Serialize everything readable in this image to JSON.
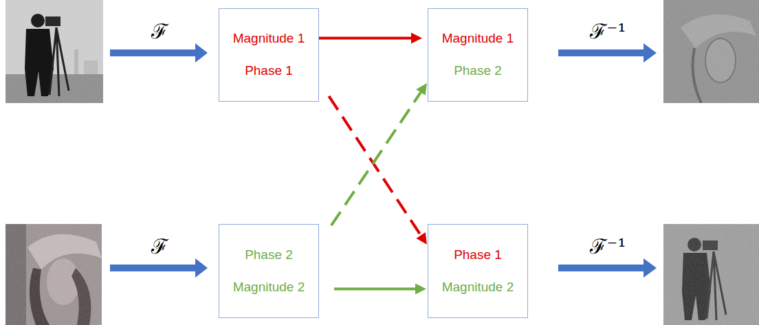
{
  "diagram": {
    "nodes": [
      {
        "text": [
          "Magnitude 1",
          "Phase 1"
        ]
      },
      {
        "text": [
          "Magnitude 1",
          "Phase 2"
        ]
      },
      {
        "text": [
          "Phase 2",
          "Magnitude 2"
        ]
      },
      {
        "text": [
          "Phase 1",
          "Magnitude 2"
        ]
      }
    ],
    "edges": [
      {
        "from": 0,
        "to": 1,
        "arrow": "to"
      },
      {
        "from": 0,
        "to": 3,
        "arrow": "to"
      },
      {
        "from": 2,
        "to": 1,
        "arrow": "to"
      },
      {
        "from": 2,
        "to": 3,
        "arrow": "to"
      }
    ],
    "labels": [
      "ℱ",
      "ℱ⁻¹",
      "ℱ",
      "ℱ⁻¹"
    ]
  }
}
